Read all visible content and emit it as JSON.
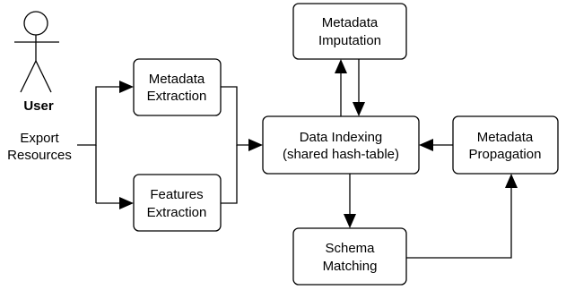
{
  "actor": {
    "label": "User",
    "icon": "stick-figure-icon"
  },
  "source": {
    "line1": "Export",
    "line2": "Resources"
  },
  "nodes": {
    "metadata_extraction": {
      "line1": "Metadata",
      "line2": "Extraction"
    },
    "features_extraction": {
      "line1": "Features",
      "line2": "Extraction"
    },
    "data_indexing": {
      "line1": "Data Indexing",
      "line2": "(shared hash-table)"
    },
    "metadata_imputation": {
      "line1": "Metadata",
      "line2": "Imputation"
    },
    "metadata_propagation": {
      "line1": "Metadata",
      "line2": "Propagation"
    },
    "schema_matching": {
      "line1": "Schema",
      "line2": "Matching"
    }
  },
  "edges": [
    {
      "from": "export-resources",
      "to": "metadata-extraction"
    },
    {
      "from": "export-resources",
      "to": "features-extraction"
    },
    {
      "from": "metadata-extraction",
      "to": "data-indexing"
    },
    {
      "from": "features-extraction",
      "to": "data-indexing"
    },
    {
      "from": "data-indexing",
      "to": "metadata-imputation"
    },
    {
      "from": "metadata-imputation",
      "to": "data-indexing"
    },
    {
      "from": "metadata-propagation",
      "to": "data-indexing"
    },
    {
      "from": "data-indexing",
      "to": "schema-matching"
    },
    {
      "from": "schema-matching",
      "to": "metadata-propagation"
    }
  ]
}
